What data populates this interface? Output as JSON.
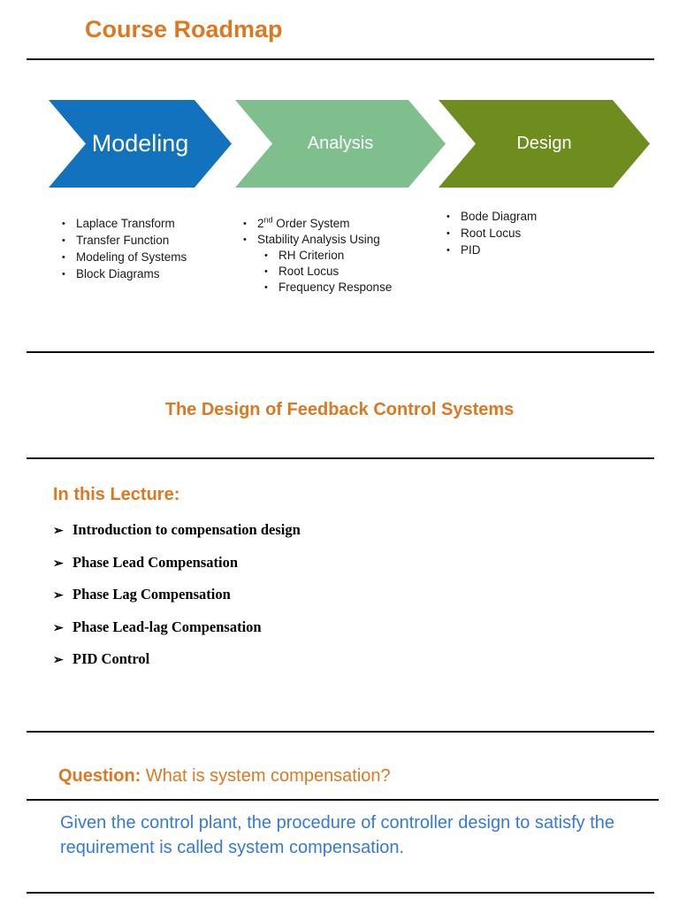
{
  "glyphs": {
    "bullet": "•",
    "arrow": "➢"
  },
  "header": {
    "title": "Course Roadmap"
  },
  "roadmap": {
    "stages": [
      {
        "label": "Modeling"
      },
      {
        "label": "Analysis"
      },
      {
        "label": "Design"
      }
    ],
    "modeling_items": [
      "Laplace Transform",
      "Transfer Function",
      "Modeling of Systems",
      "Block Diagrams"
    ],
    "analysis": {
      "item1_num": "2",
      "item1_sup": "nd",
      "item1_rest": " Order System",
      "item2": "Stability Analysis Using",
      "sub_items": [
        "RH Criterion",
        "Root Locus",
        "Frequency Response"
      ]
    },
    "design_items": [
      "Bode Diagram",
      "Root Locus",
      "PID"
    ]
  },
  "section_title": "The Design of Feedback Control Systems",
  "lecture": {
    "heading": "In this Lecture:",
    "items": [
      "Introduction to compensation design",
      "Phase Lead Compensation",
      "Phase Lag Compensation",
      "Phase Lead-lag Compensation",
      "PID Control"
    ]
  },
  "question": {
    "label": "Question:",
    "text": " What is system compensation?"
  },
  "answer": {
    "text": "Given the control plant, the procedure of controller design to satisfy the requirement is called system compensation."
  },
  "colors": {
    "accent_orange": "#DE7820",
    "chevron_blue": "#1272BD",
    "chevron_green": "#7FBF8E",
    "chevron_olive": "#6F8C1F",
    "answer_blue": "#3579DE",
    "rule_black": "#0d0d0d"
  }
}
